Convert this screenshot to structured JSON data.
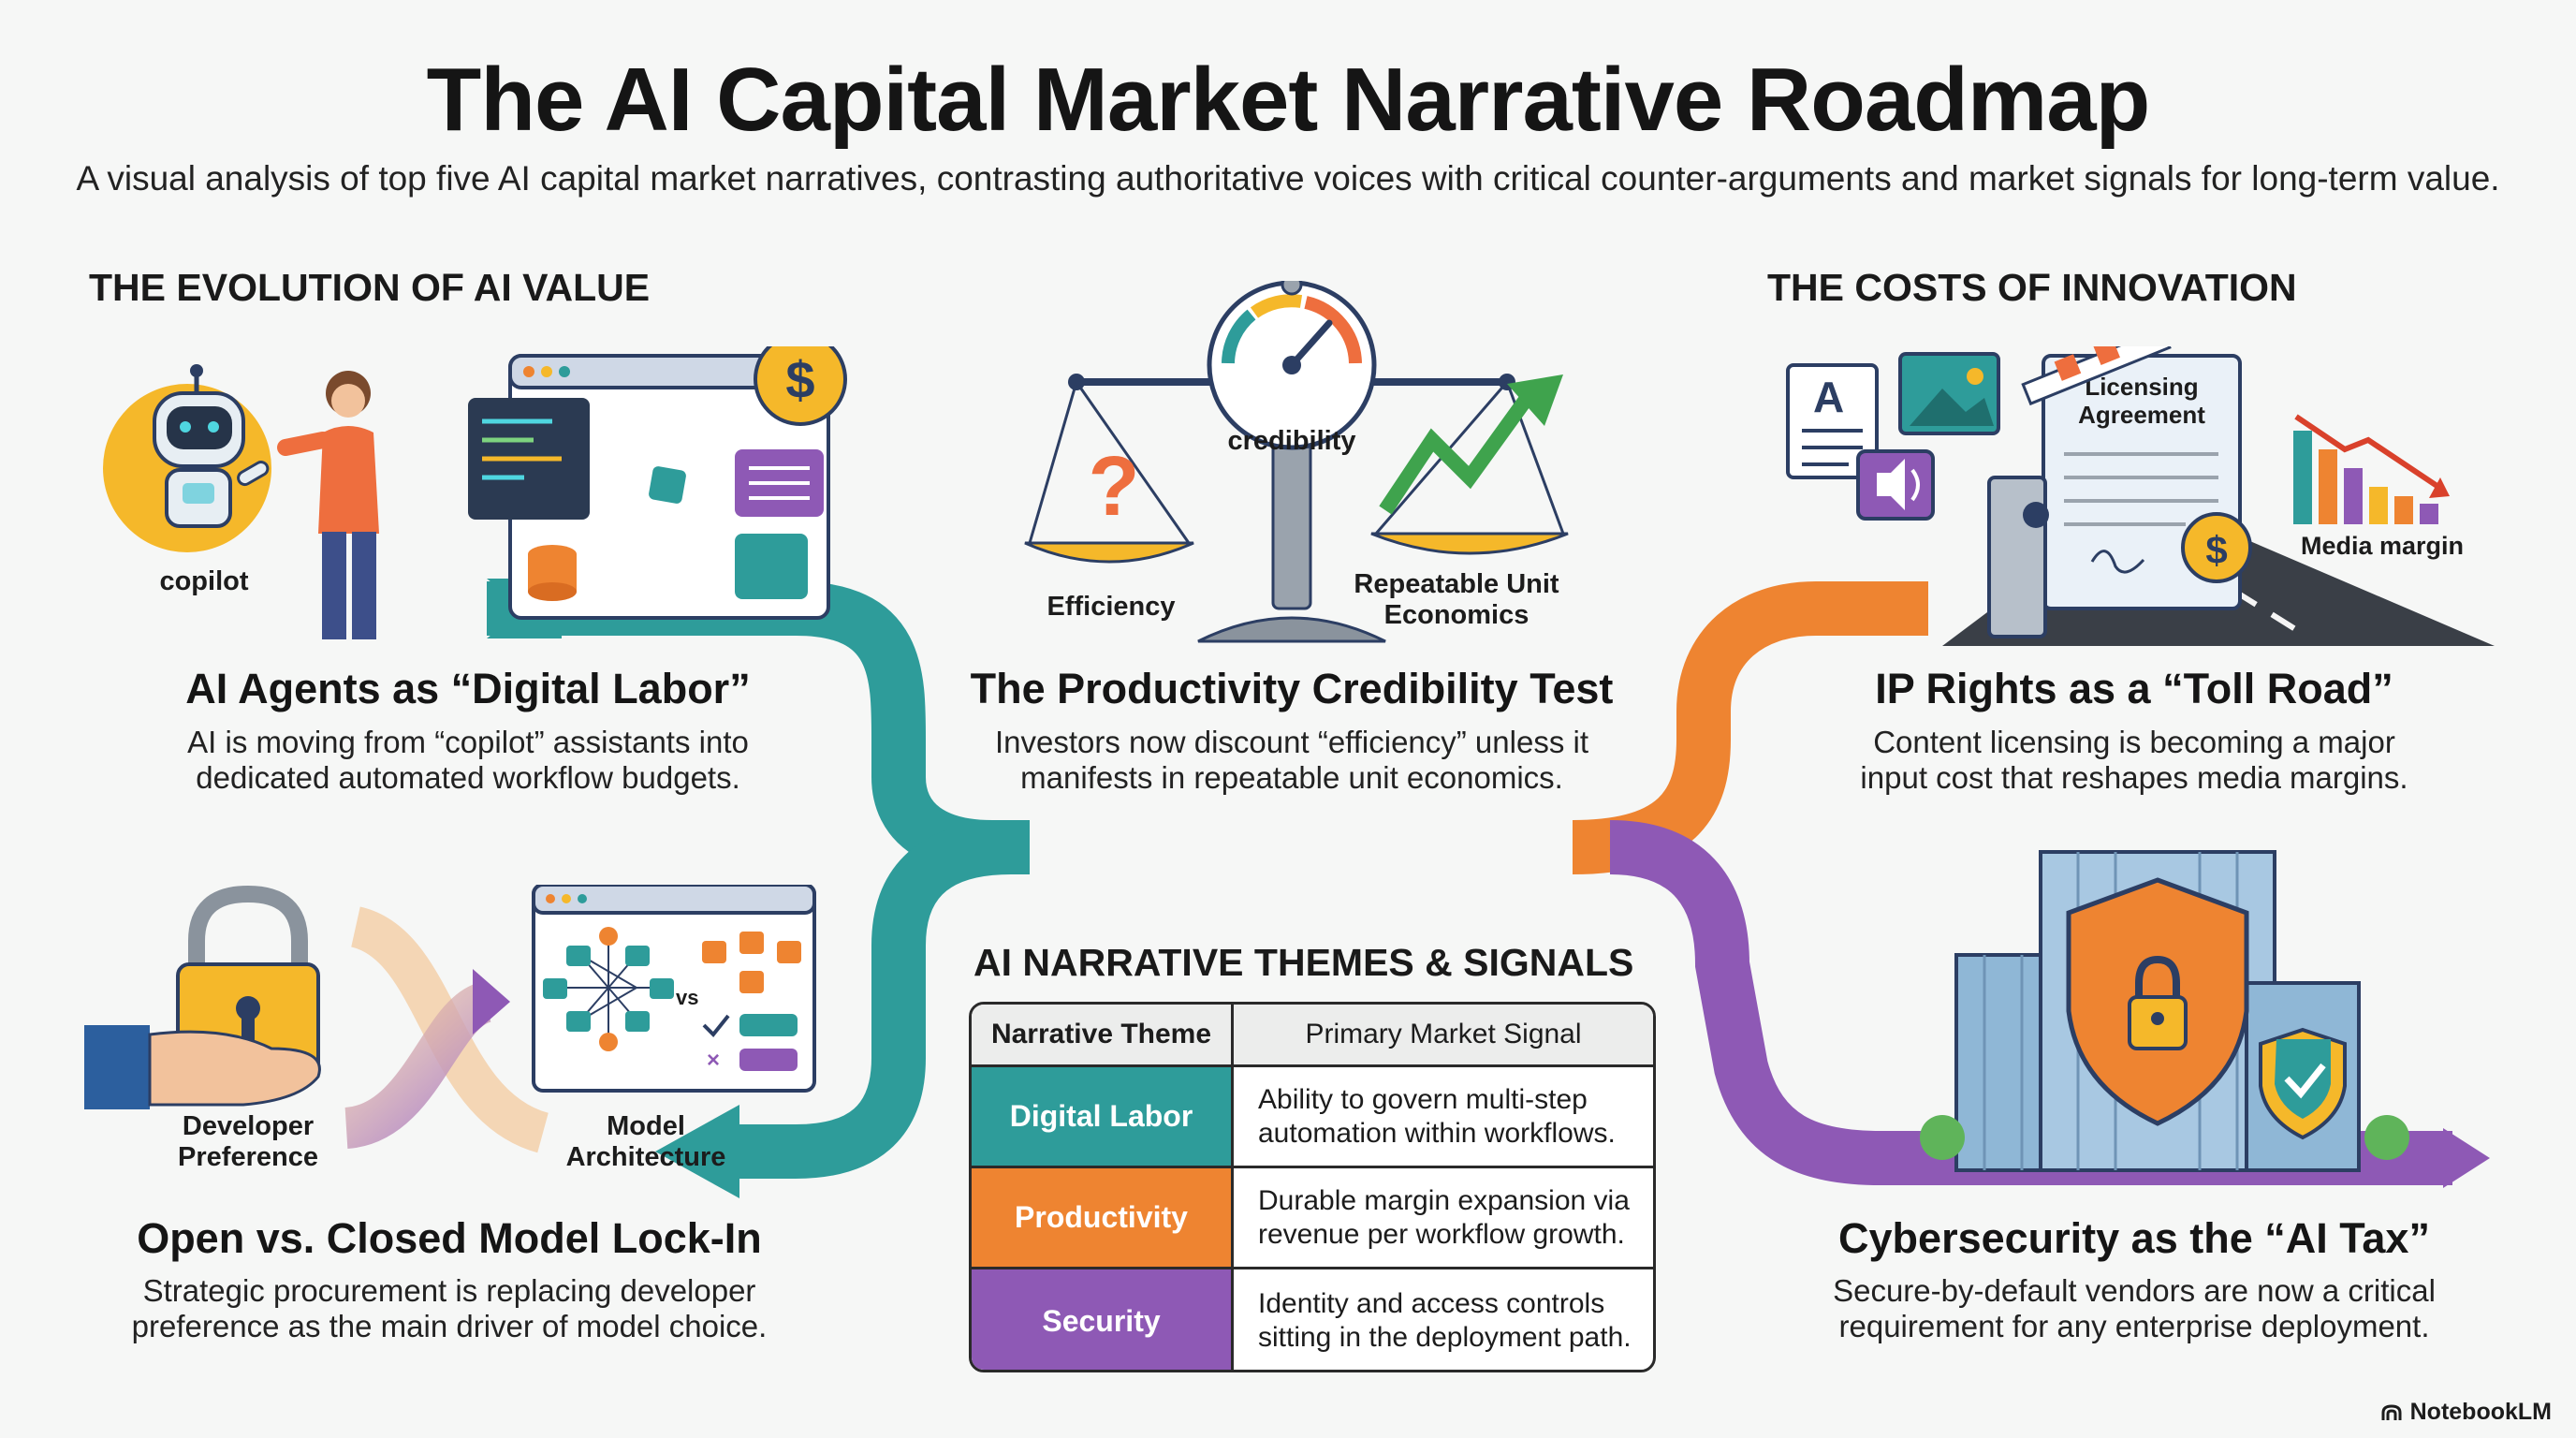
{
  "title": "The AI Capital Market Narrative Roadmap",
  "subtitle": "A visual analysis of top five AI capital market narratives, contrasting authoritative voices with critical counter-arguments and market signals for long-term value.",
  "sections": {
    "left": "THE EVOLUTION OF AI VALUE",
    "right": "THE COSTS OF INNOVATION"
  },
  "narratives": {
    "agents": {
      "heading": "AI Agents as “Digital Labor”",
      "desc_line1": "AI is moving from “copilot” assistants into",
      "desc_line2": "dedicated automated workflow budgets.",
      "label_copilot": "copilot"
    },
    "productivity": {
      "heading": "The Productivity Credibility Test",
      "desc_line1": "Investors now discount “efficiency” unless it",
      "desc_line2": "manifests in repeatable unit economics.",
      "label_gauge": "credibility",
      "label_left_pan": "Efficiency",
      "label_right_pan_line1": "Repeatable Unit",
      "label_right_pan_line2": "Economics"
    },
    "ip": {
      "heading": "IP Rights as a “Toll Road”",
      "desc_line1": "Content licensing is becoming a major",
      "desc_line2": "input cost that reshapes media margins.",
      "label_doc_line1": "Licensing",
      "label_doc_line2": "Agreement",
      "label_chart": "Media margin",
      "doc_icon_letter": "A"
    },
    "open_closed": {
      "heading": "Open vs. Closed Model Lock-In",
      "desc_line1": "Strategic procurement is replacing developer",
      "desc_line2": "preference as the main driver of model choice.",
      "label_dev_line1": "Developer",
      "label_dev_line2": "Preference",
      "label_model_line1": "Model",
      "label_model_line2": "Architecture",
      "label_vs": "vs"
    },
    "cyber": {
      "heading": "Cybersecurity as the “AI Tax”",
      "desc_line1": "Secure-by-default vendors are now a critical",
      "desc_line2": "requirement for any enterprise deployment."
    }
  },
  "table": {
    "title": "AI NARRATIVE THEMES & SIGNALS",
    "col1": "Narrative Theme",
    "col2": "Primary Market Signal",
    "rows": [
      {
        "theme": "Digital Labor",
        "signal_line1": "Ability to govern multi-step",
        "signal_line2": "automation within workflows.",
        "color": "#2e9c9a"
      },
      {
        "theme": "Productivity",
        "signal_line1": "Durable margin expansion via",
        "signal_line2": "revenue per workflow growth.",
        "color": "#ee8431"
      },
      {
        "theme": "Security",
        "signal_line1": "Identity and access controls",
        "signal_line2": "sitting in the deployment path.",
        "color": "#8e59b5"
      }
    ]
  },
  "colors": {
    "teal": "#2e9c9a",
    "orange": "#ee8431",
    "purple": "#8e59b5",
    "gold": "#f5b82a",
    "navy": "#2c3e63"
  },
  "footer": {
    "brand": "NotebookLM"
  }
}
